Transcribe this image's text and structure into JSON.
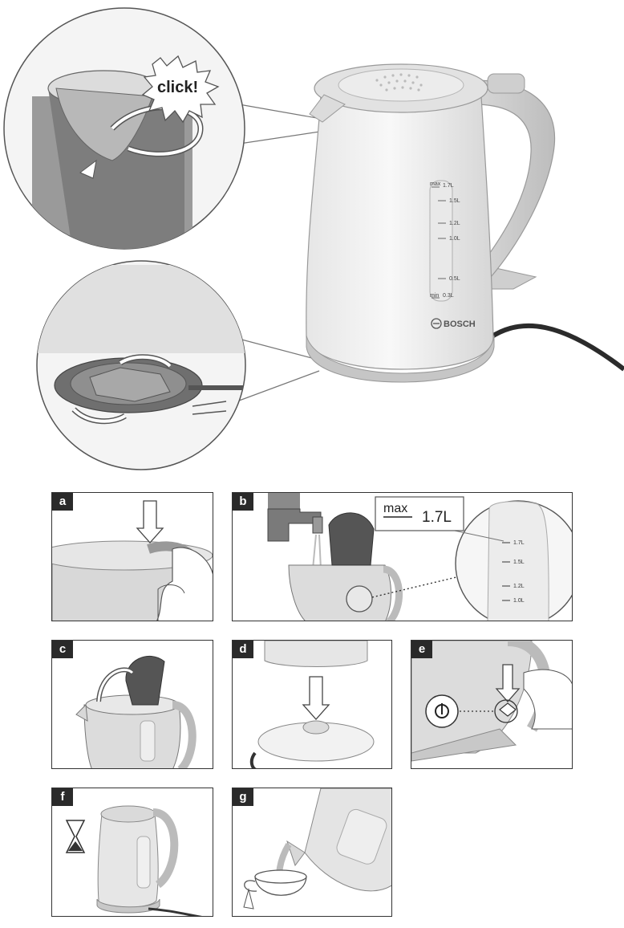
{
  "main_kettle": {
    "brand": "BOSCH",
    "scale": {
      "max_label": "max",
      "min_label": "min",
      "marks": [
        "1.7L",
        "1.5L",
        "1.2L",
        "1.0L",
        "0.5L",
        "0.3L"
      ]
    }
  },
  "callout_lid": {
    "sound": "click!"
  },
  "steps": [
    {
      "label": "a"
    },
    {
      "label": "b",
      "max_label": "max",
      "max_value": "1.7L",
      "scale_marks": [
        "1.7L",
        "1.5L",
        "1.2L",
        "1.0L"
      ]
    },
    {
      "label": "c"
    },
    {
      "label": "d"
    },
    {
      "label": "e"
    },
    {
      "label": "f"
    },
    {
      "label": "g"
    }
  ]
}
